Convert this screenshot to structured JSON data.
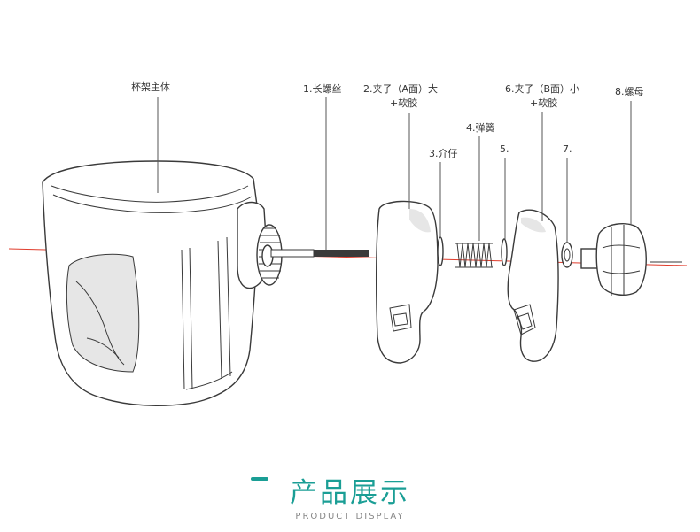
{
  "labels": {
    "cup_body": "杯架主体",
    "long_screw": "1.长螺丝",
    "clamp_a_line1": "2.夹子（A面）大",
    "clamp_a_line2": "+软胶",
    "spacer": "3.介仔",
    "spring": "4.弹簧",
    "part5": "5.",
    "clamp_b_line1": "6.夹子（B面）小",
    "clamp_b_line2": "+软胶",
    "part7": "7.",
    "nut": "8.螺母"
  },
  "footer": {
    "title": "产品展示",
    "subtitle": "PRODUCT DISPLAY"
  },
  "colors": {
    "accent": "#1a9e95",
    "axis_line": "#e03c2c"
  }
}
